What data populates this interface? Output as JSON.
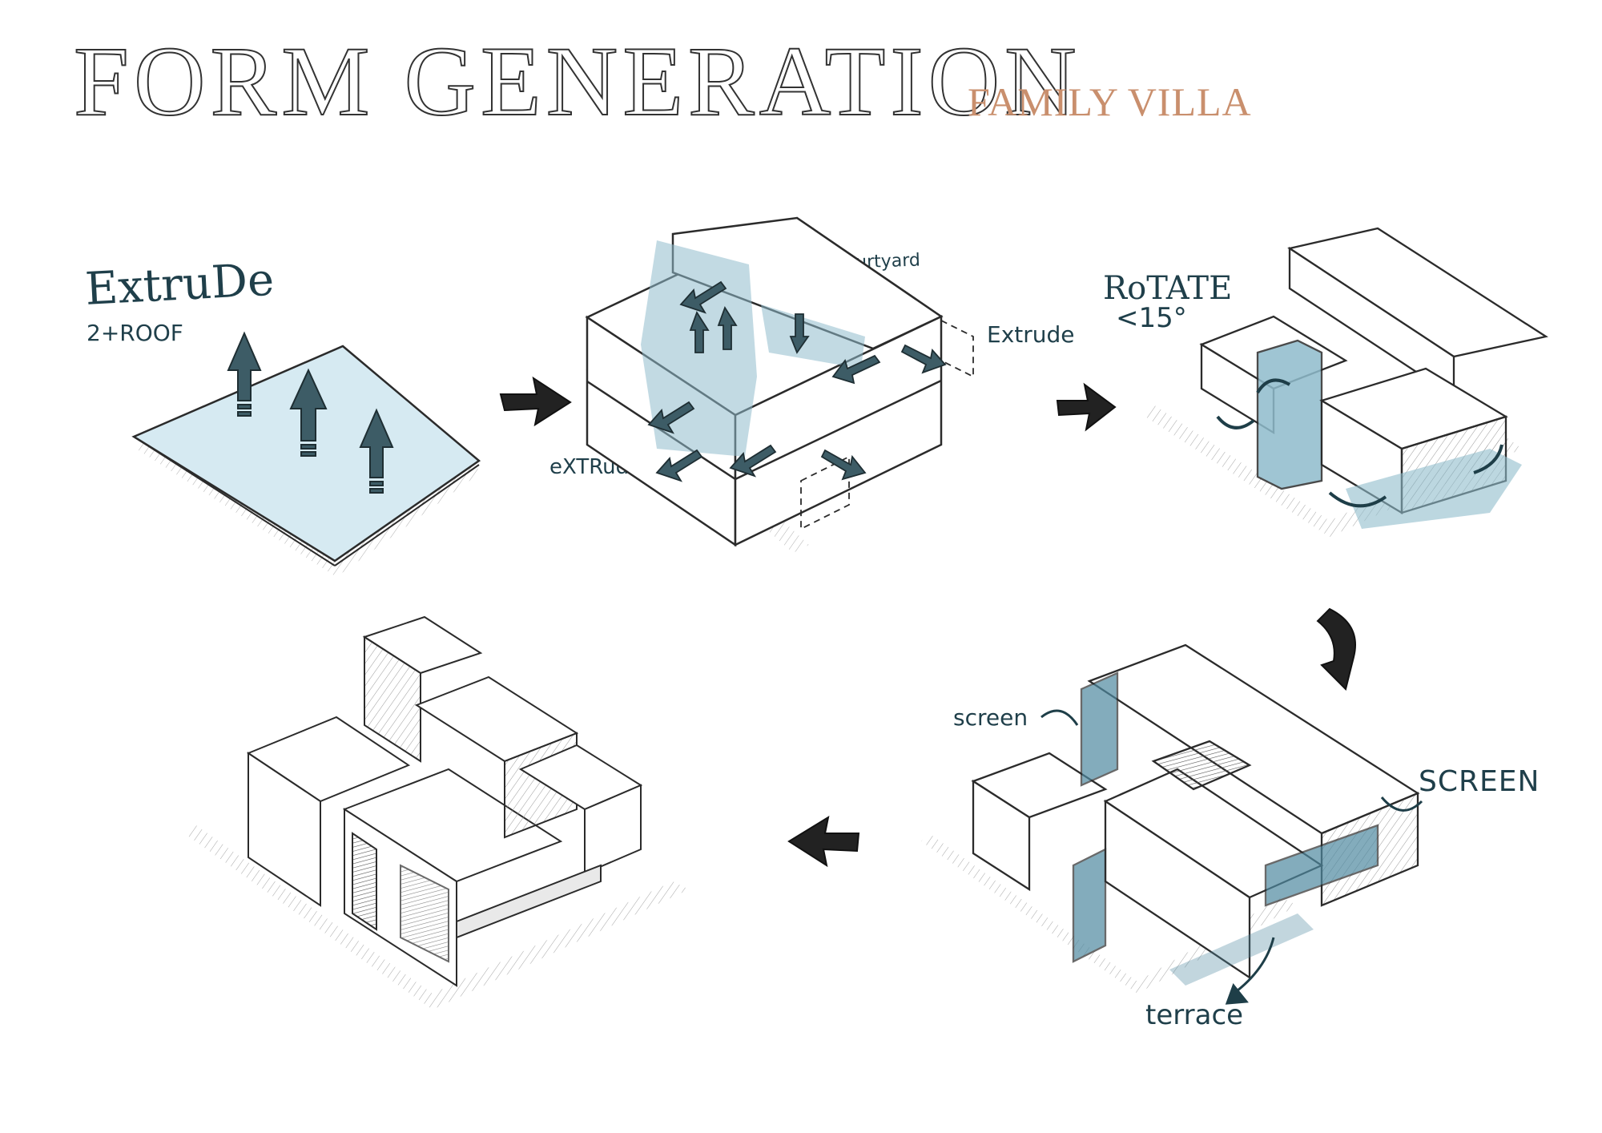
{
  "header": {
    "title": "FORM GENERATION",
    "subtitle": "FAMILY VILLA"
  },
  "labels": {
    "extrude_heading": "ExtruDe",
    "extrude_sub": "2+ROOF",
    "internal_courtyard": "internal Courtyard",
    "extrude_right": "Extrude",
    "extrude_left": "eXTRude",
    "rotate": "RoTATE",
    "rotate_angle": "<15°",
    "screen_left": "screen",
    "screen_right": "SCREEN",
    "terrace": "terrace"
  },
  "colors": {
    "ink": "#2b2b2b",
    "accent_blue": "#4f8aa1",
    "wash_blue": "#cfe6ef",
    "note_teal": "#1f3f4a",
    "subtitle_copper": "#c98f6d",
    "shadow_grey": "#c9c9c9"
  }
}
